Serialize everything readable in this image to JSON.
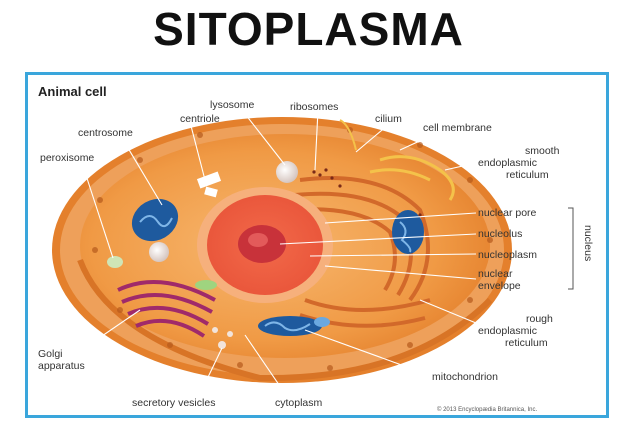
{
  "title": "SITOPLASMA",
  "diagram": {
    "heading": "Animal cell",
    "labels": {
      "lysosome": "lysosome",
      "ribosomes": "ribosomes",
      "cilium": "cilium",
      "centriole": "centriole",
      "centrosome": "centrosome",
      "cell_membrane": "cell membrane",
      "peroxisome": "peroxisome",
      "smooth_er_1": "smooth",
      "smooth_er_2": "endoplasmic",
      "smooth_er_3": "reticulum",
      "nuclear_pore": "nuclear pore",
      "nucleolus": "nucleolus",
      "nucleoplasm": "nucleoplasm",
      "nuclear_envelope_1": "nuclear",
      "nuclear_envelope_2": "envelope",
      "nucleus_bracket": "nucleus",
      "rough_er_1": "rough",
      "rough_er_2": "endoplasmic",
      "rough_er_3": "reticulum",
      "golgi_1": "Golgi",
      "golgi_2": "apparatus",
      "mitochondrion": "mitochondrion",
      "secretory_vesicles": "secretory vesicles",
      "cytoplasm": "cytoplasm"
    },
    "credit": "© 2013 Encyclopædia Britannica, Inc."
  }
}
